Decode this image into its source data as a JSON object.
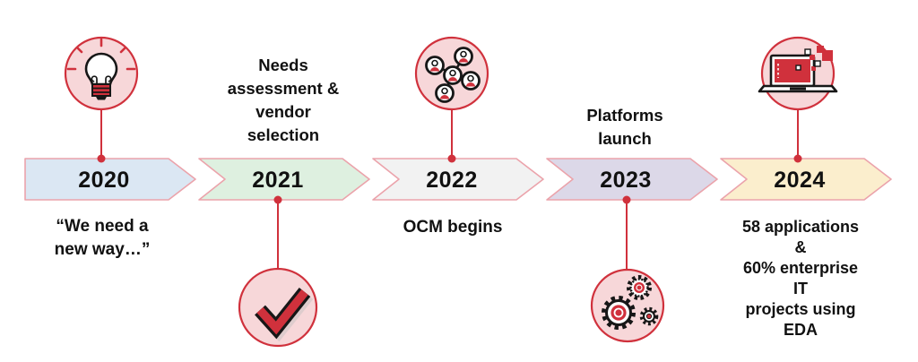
{
  "colors": {
    "accent_red": "#d0313c",
    "chevron_border": "#eba3ab",
    "bubble_fill": "#f7d7d9",
    "text": "#111111"
  },
  "timeline": {
    "milestones": [
      {
        "year": "2020",
        "fill": "#dbe7f3",
        "icon": "lightbulb",
        "icon_position": "above",
        "caption": "“We need a\nnew way…”",
        "caption_position": "below"
      },
      {
        "year": "2021",
        "fill": "#def0e0",
        "icon": "checkmark",
        "icon_position": "below",
        "caption": "Needs\nassessment &\nvendor\nselection",
        "caption_position": "above"
      },
      {
        "year": "2022",
        "fill": "#f2f2f2",
        "icon": "people-network",
        "icon_position": "above",
        "caption": "OCM begins",
        "caption_position": "below"
      },
      {
        "year": "2023",
        "fill": "#dcd8e8",
        "icon": "gears",
        "icon_position": "below",
        "caption": "Platforms\nlaunch",
        "caption_position": "above"
      },
      {
        "year": "2024",
        "fill": "#fbeecd",
        "icon": "laptop-pixels",
        "icon_position": "above",
        "caption": "58 applications &\n60% enterprise IT\nprojects using\nEDA",
        "caption_position": "below"
      }
    ]
  }
}
